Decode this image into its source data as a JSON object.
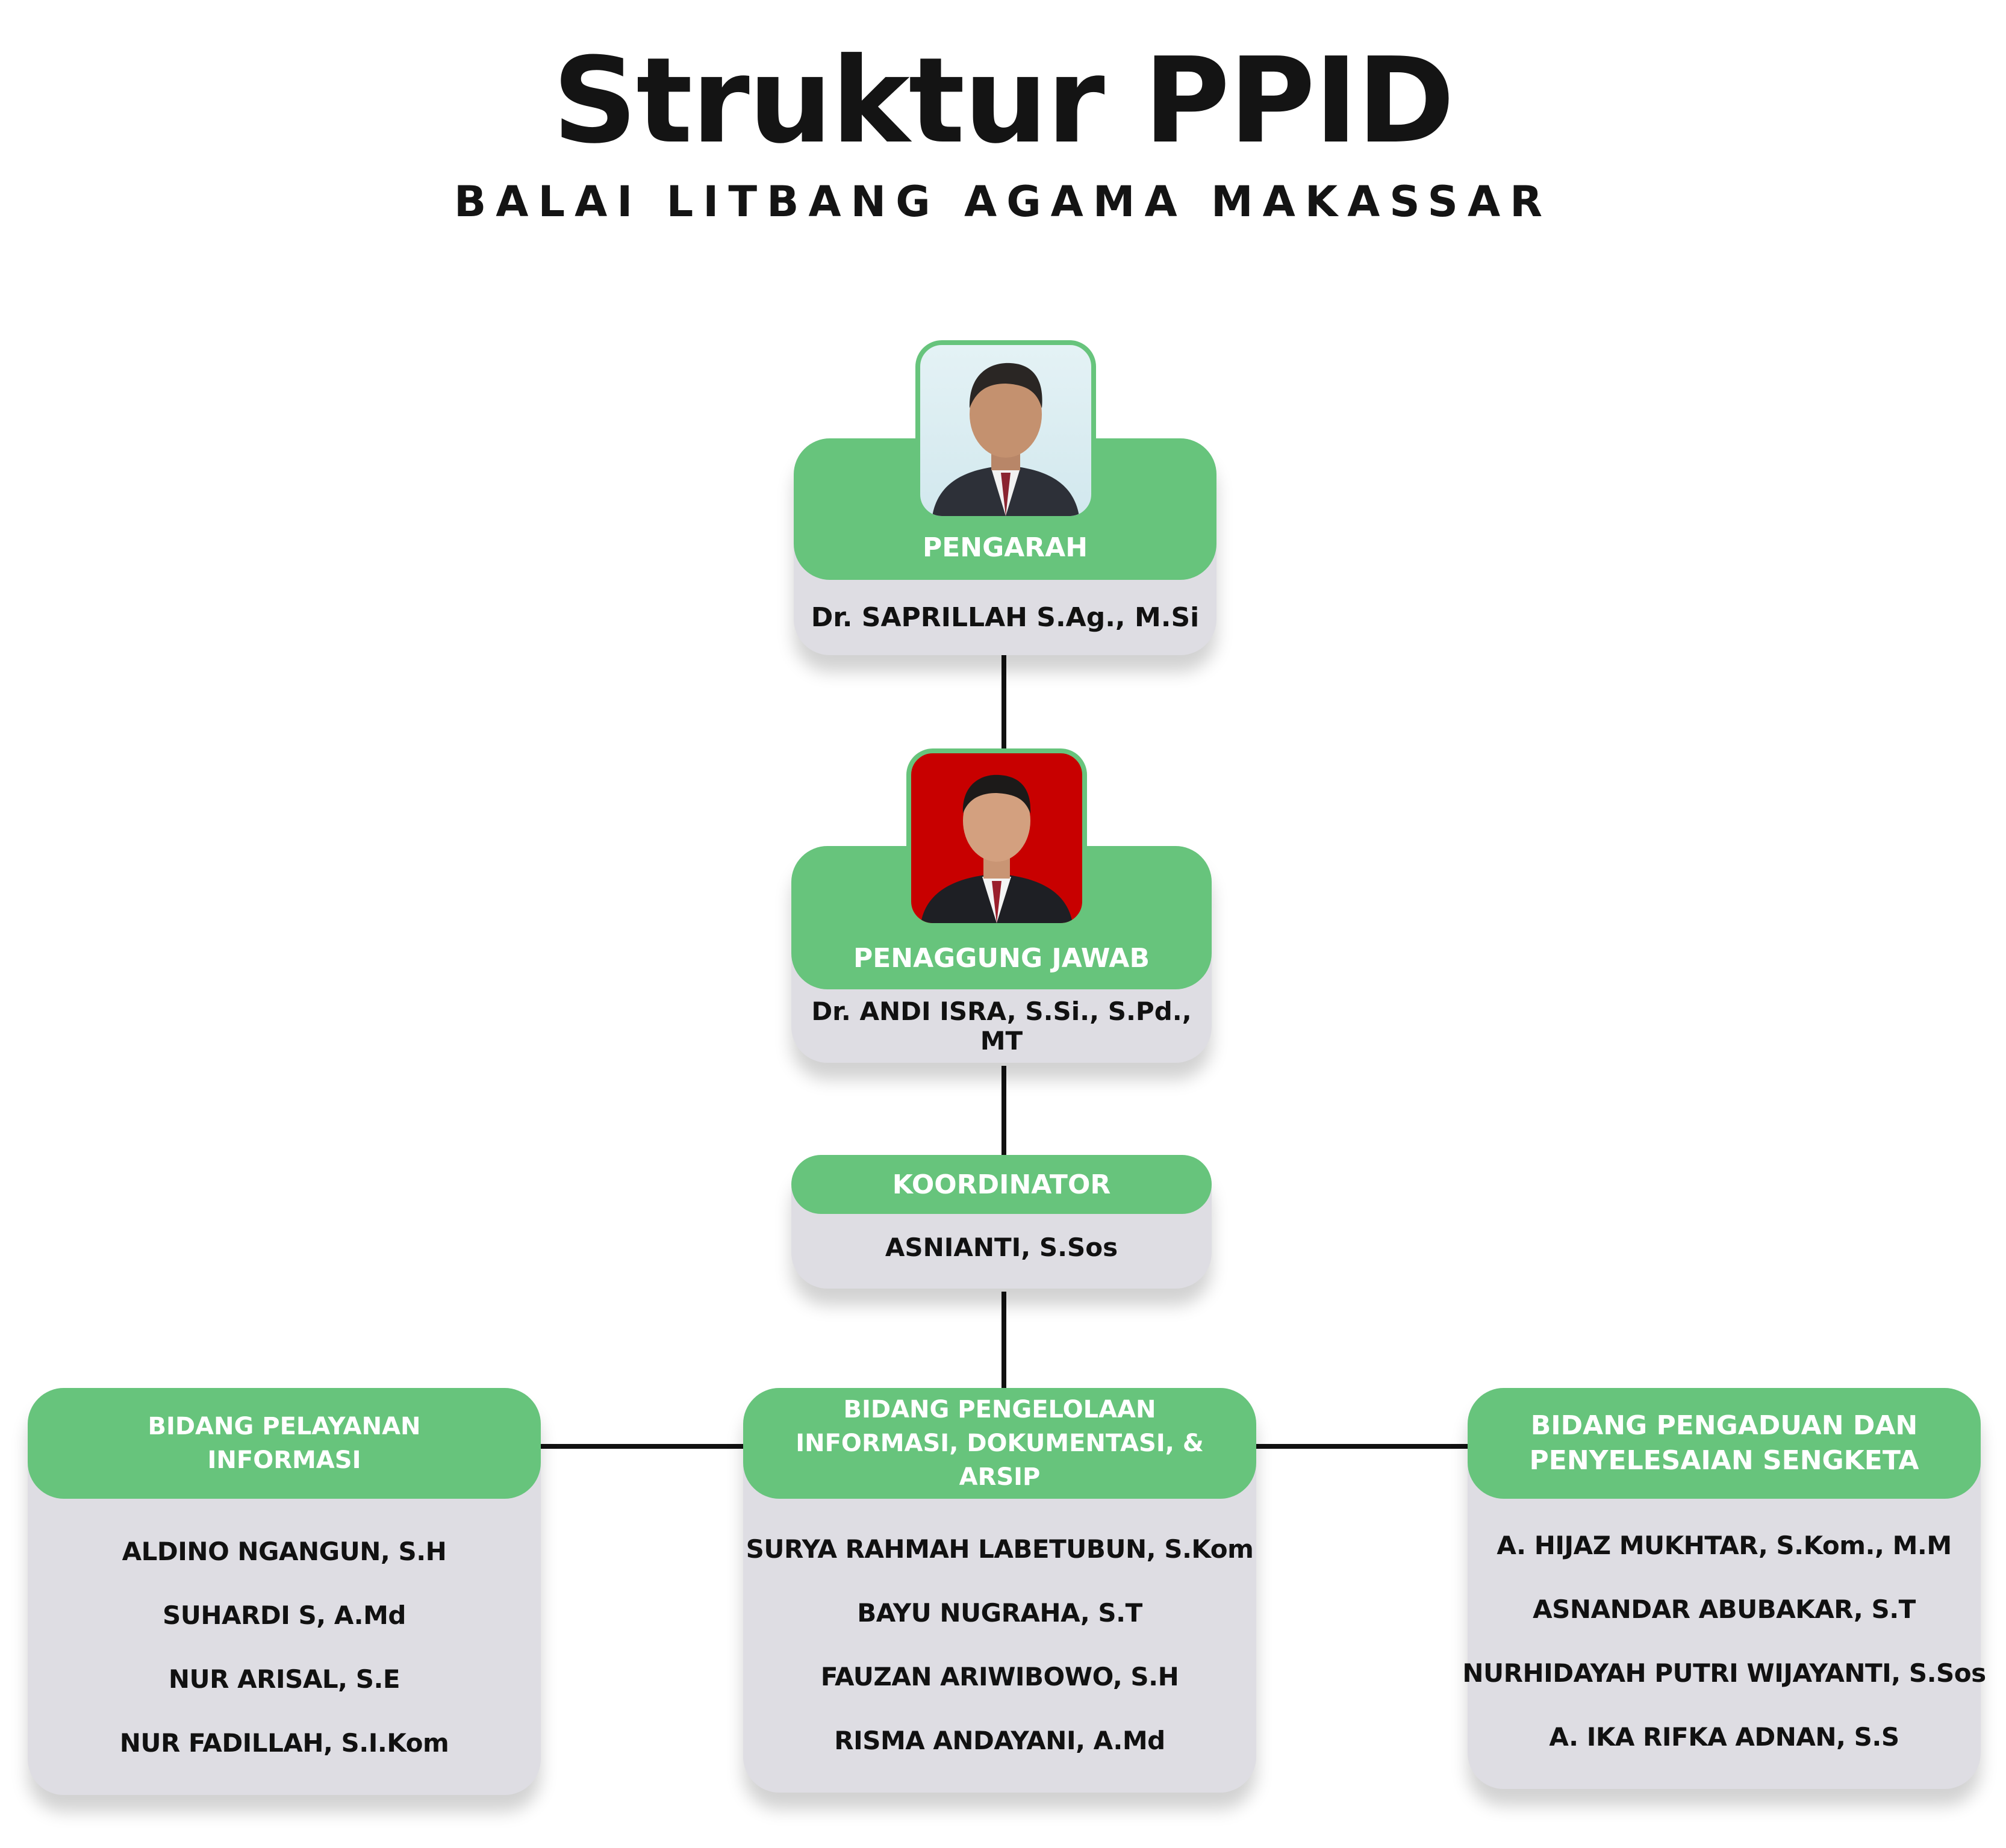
{
  "header": {
    "title": "Struktur PPID",
    "subtitle": "BALAI LITBANG AGAMA MAKASSAR"
  },
  "pengarah": {
    "role": "PENGARAH",
    "name": "Dr. SAPRILLAH S.Ag., M.Si"
  },
  "penanggung_jawab": {
    "role": "PENAGGUNG JAWAB",
    "name": "Dr. ANDI ISRA, S.Si., S.Pd., MT"
  },
  "koordinator": {
    "role": "KOORDINATOR",
    "name": "ASNIANTI, S.Sos"
  },
  "bidang": [
    {
      "title_lines": [
        "BIDANG PELAYANAN",
        "INFORMASI"
      ],
      "members": [
        "ALDINO NGANGUN, S.H",
        "SUHARDI S, A.Md",
        "NUR ARISAL, S.E",
        "NUR FADILLAH, S.I.Kom"
      ]
    },
    {
      "title_lines": [
        "BIDANG PENGELOLAAN",
        "INFORMASI, DOKUMENTASI, &",
        "ARSIP"
      ],
      "members": [
        "SURYA RAHMAH LABETUBUN, S.Kom",
        "BAYU NUGRAHA, S.T",
        "FAUZAN ARIWIBOWO, S.H",
        "RISMA ANDAYANI, A.Md"
      ]
    },
    {
      "title_lines": [
        "BIDANG PENGADUAN DAN",
        "PENYELESAIAN SENGKETA"
      ],
      "members": [
        "A. HIJAZ MUKHTAR, S.Kom., M.M",
        "ASNANDAR ABUBAKAR, S.T",
        "NURHIDAYAH PUTRI WIJAYANTI, S.Sos",
        "A. IKA RIFKA ADNAN, S.S"
      ]
    }
  ],
  "colors": {
    "accent_green": "#67c47c",
    "card_gray": "#dedde3",
    "text_dark": "#111111"
  }
}
